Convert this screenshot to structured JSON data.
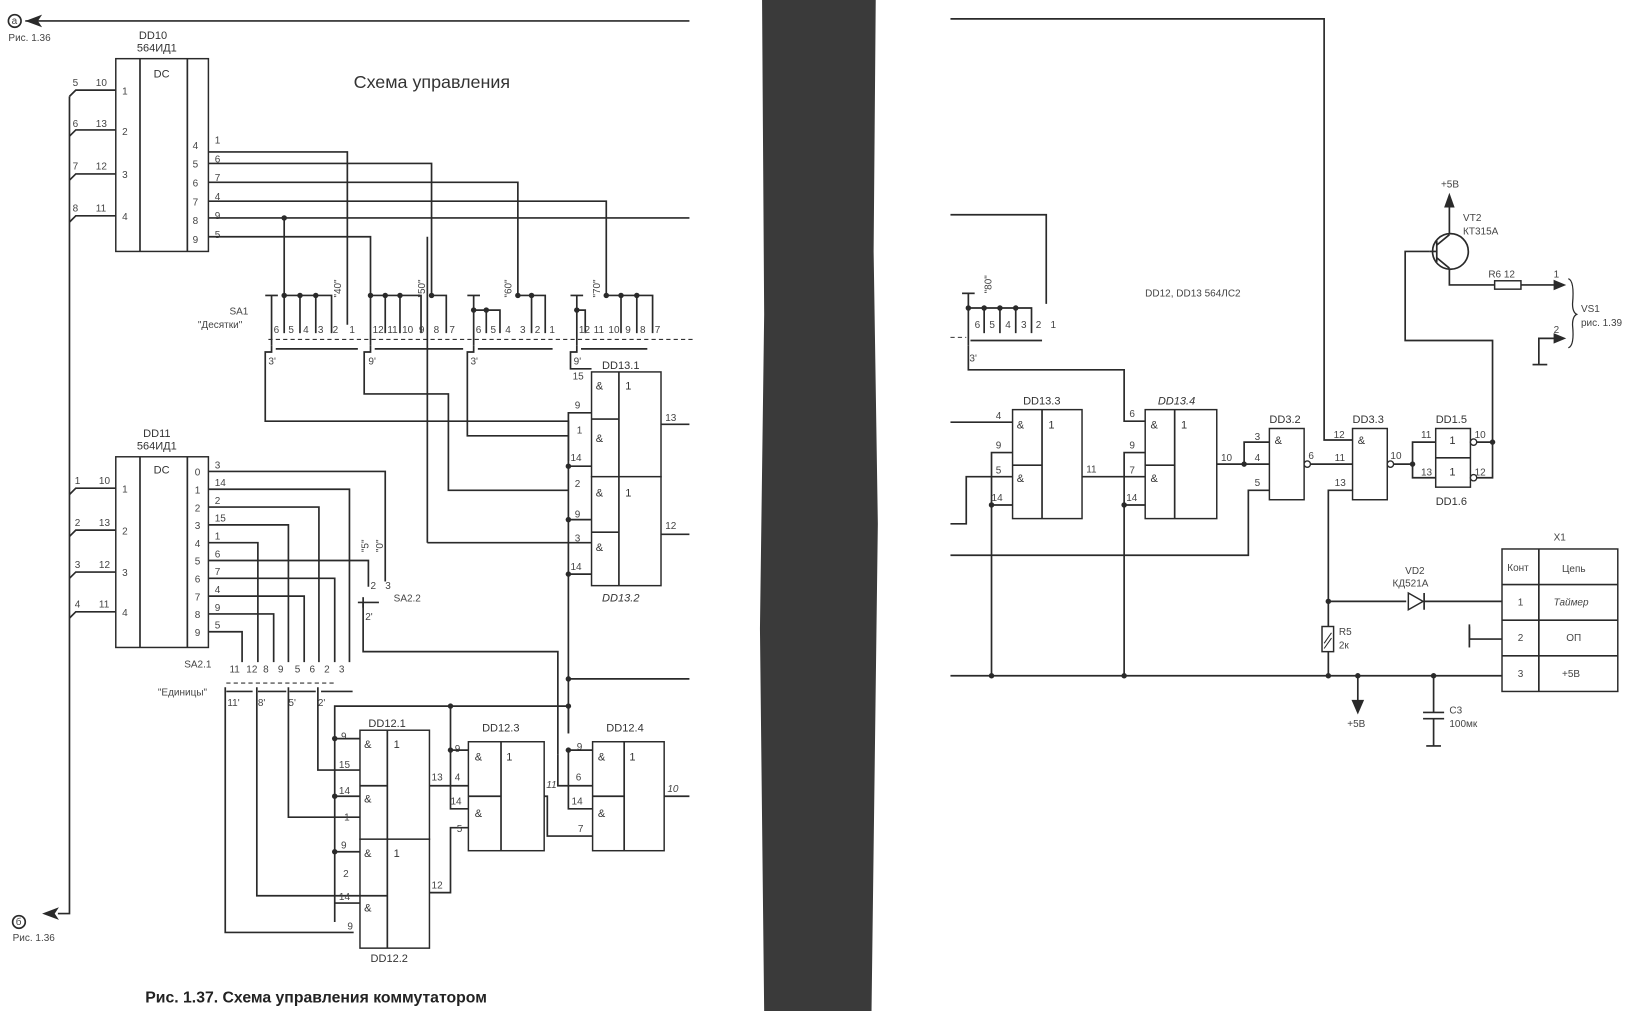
{
  "left_page": {
    "title": "Схема управления",
    "caption": "Рис. 1.37. Схема управления коммутатором",
    "connector_a": {
      "symbol": "а",
      "ref": "Рис. 1.36"
    },
    "connector_b": {
      "symbol": "б",
      "ref": "Рис. 1.36"
    },
    "dd10": {
      "name": "DD10",
      "part": "564ИД1",
      "func": "DC",
      "in_pins": [
        {
          "wire": "5",
          "pin": "10",
          "bit": "1"
        },
        {
          "wire": "6",
          "pin": "13",
          "bit": "2"
        },
        {
          "wire": "7",
          "pin": "12",
          "bit": "3"
        },
        {
          "wire": "8",
          "pin": "11",
          "bit": "4"
        }
      ],
      "out_pins": [
        {
          "out": "4",
          "pin": "1"
        },
        {
          "out": "5",
          "pin": "6"
        },
        {
          "out": "6",
          "pin": "7"
        },
        {
          "out": "7",
          "pin": "4"
        },
        {
          "out": "8",
          "pin": "9"
        },
        {
          "out": "9",
          "pin": "5"
        }
      ]
    },
    "dd11": {
      "name": "DD11",
      "part": "564ИД1",
      "func": "DC",
      "in_pins": [
        {
          "wire": "1",
          "pin": "10",
          "bit": "1"
        },
        {
          "wire": "2",
          "pin": "13",
          "bit": "2"
        },
        {
          "wire": "3",
          "pin": "12",
          "bit": "3"
        },
        {
          "wire": "4",
          "pin": "11",
          "bit": "4"
        }
      ],
      "out_pins": [
        {
          "out": "0",
          "pin": "3"
        },
        {
          "out": "1",
          "pin": "14"
        },
        {
          "out": "2",
          "pin": "2"
        },
        {
          "out": "3",
          "pin": "15"
        },
        {
          "out": "4",
          "pin": "1"
        },
        {
          "out": "5",
          "pin": "6"
        },
        {
          "out": "6",
          "pin": "7"
        },
        {
          "out": "7",
          "pin": "4"
        },
        {
          "out": "8",
          "pin": "9"
        },
        {
          "out": "9",
          "pin": "5"
        }
      ]
    },
    "sa1": {
      "name": "SA1",
      "label": "\"Десятки\"",
      "groups": [
        {
          "value": "\"40\"",
          "contacts": [
            "6",
            "5",
            "4",
            "3",
            "2",
            "1"
          ],
          "common": "3'"
        },
        {
          "value": "\"50\"",
          "contacts": [
            "12",
            "11",
            "10",
            "9",
            "8",
            "7"
          ],
          "common": "9'"
        },
        {
          "value": "\"60\"",
          "contacts": [
            "6",
            "5",
            "4",
            "3",
            "2",
            "1"
          ],
          "common": "3'"
        },
        {
          "value": "\"70\"",
          "contacts": [
            "12",
            "11",
            "10",
            "9",
            "8",
            "7"
          ],
          "common": "9'"
        }
      ]
    },
    "sa2_1": {
      "name": "SA2.1",
      "label": "\"Единицы\"",
      "contacts": [
        "11",
        "12",
        "8",
        "9",
        "5",
        "6",
        "2",
        "3"
      ],
      "commons": [
        "11'",
        "8'",
        "5'",
        "2'"
      ]
    },
    "sa2_2": {
      "name": "SA2.2",
      "values": [
        "\"5\"",
        "\"0\""
      ],
      "contacts": [
        "2",
        "3"
      ],
      "common": "2'"
    },
    "gates": {
      "dd13_1": {
        "name": "DD13.1",
        "inputs": [
          "15",
          "9",
          "1",
          "14"
        ],
        "output": "13",
        "and": "&",
        "or": "1"
      },
      "dd13_2": {
        "name": "DD13.2",
        "inputs": [
          "2",
          "9",
          "3",
          "14"
        ],
        "output": "12",
        "and": "&",
        "or": "1"
      },
      "dd12_1": {
        "name": "DD12.1",
        "inputs": [
          "9",
          "15",
          "14",
          "1"
        ],
        "output": "13",
        "and": "&",
        "or": "1"
      },
      "dd12_2": {
        "name": "DD12.2",
        "inputs": [
          "9",
          "2",
          "14",
          "9"
        ],
        "output": "12",
        "and": "&",
        "or": "1"
      },
      "dd12_3": {
        "name": "DD12.3",
        "inputs": [
          "9",
          "4",
          "14",
          "5"
        ],
        "output": "11",
        "and": "&",
        "or": "1"
      },
      "dd12_4": {
        "name": "DD12.4",
        "inputs": [
          "9",
          "6",
          "14",
          "7"
        ],
        "output": "10",
        "and": "&",
        "or": "1"
      }
    }
  },
  "right_page": {
    "chip_note": "DD12, DD13 564ЛС2",
    "sa1_80": {
      "value": "\"80\"",
      "contacts": [
        "6",
        "5",
        "4",
        "3",
        "2",
        "1"
      ],
      "common": "3'"
    },
    "dd13_3": {
      "name": "DD13.3",
      "inputs": [
        "4",
        "9",
        "5",
        "14"
      ],
      "output": "11",
      "and": "&",
      "or": "1"
    },
    "dd13_4": {
      "name": "DD13.4",
      "inputs": [
        "6",
        "9",
        "7",
        "14"
      ],
      "output": "10",
      "and": "&",
      "or": "1"
    },
    "dd3_2": {
      "name": "DD3.2",
      "inputs": [
        "3",
        "4",
        "5"
      ],
      "output": "6",
      "and": "&"
    },
    "dd3_3": {
      "name": "DD3.3",
      "inputs": [
        "12",
        "11",
        "13"
      ],
      "output": "10",
      "and": "&"
    },
    "dd1_5": {
      "name": "DD1.5",
      "inputs": [
        "11"
      ],
      "output": "10",
      "func": "1"
    },
    "dd1_6": {
      "name": "DD1.6",
      "inputs": [
        "13"
      ],
      "output": "12",
      "func": "1"
    },
    "vt2": {
      "name": "VT2",
      "part": "КТ315А",
      "supply": "+5В"
    },
    "r6": {
      "name": "R6 12"
    },
    "vs1": {
      "name": "VS1",
      "ref": "рис. 1.39",
      "pins": [
        "1",
        "2"
      ]
    },
    "vd2": {
      "name": "VD2",
      "part": "КД521А"
    },
    "r5": {
      "name": "R5",
      "value": "2к"
    },
    "c3": {
      "name": "C3",
      "value": "100мк"
    },
    "supply_out": "+5В",
    "x1": {
      "name": "X1",
      "headers": [
        "Конт",
        "Цепь"
      ],
      "rows": [
        {
          "pin": "1",
          "net": "Таймер"
        },
        {
          "pin": "2",
          "net": "ОП"
        },
        {
          "pin": "3",
          "net": "+5В"
        }
      ]
    }
  }
}
